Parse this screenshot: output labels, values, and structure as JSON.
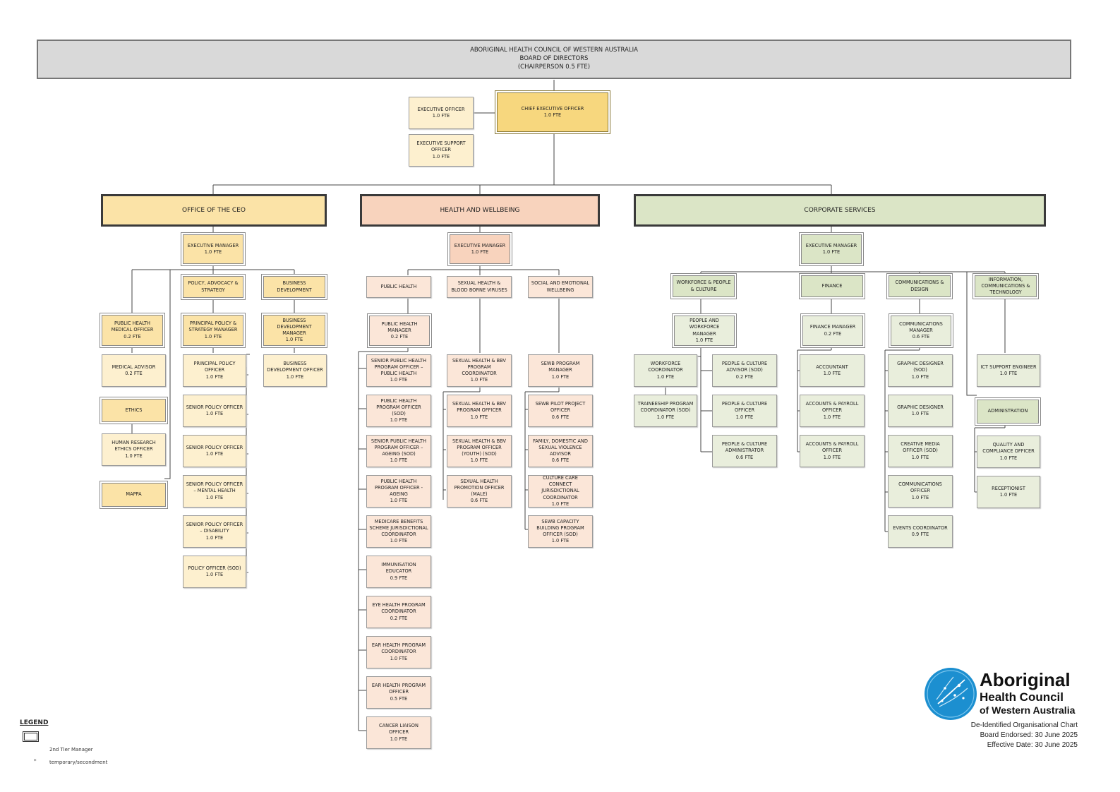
{
  "board": {
    "line1": "ABORIGINAL HEALTH COUNCIL OF WESTERN AUSTRALIA",
    "line2": "BOARD OF DIRECTORS",
    "line3": "(CHAIRPERSON 0.5 FTE)"
  },
  "ceo": {
    "title": "CHIEF EXECUTIVE OFFICER",
    "fte": "1.0 FTE"
  },
  "exec_officer": {
    "title": "EXECUTIVE OFFICER",
    "fte": "1.0 FTE"
  },
  "exec_support": {
    "title": "EXECUTIVE SUPPORT OFFICER",
    "fte": "1.0 FTE"
  },
  "divisions": {
    "office_ceo": "OFFICE OF THE CEO",
    "health": "HEALTH AND WELLBEING",
    "corporate": "CORPORATE SERVICES"
  },
  "office_ceo": {
    "exec_manager": {
      "title": "EXECUTIVE MANAGER",
      "fte": "1.0 FTE"
    },
    "policy": {
      "title": "POLICY, ADVOCACY & STRATEGY"
    },
    "bizdev": {
      "title": "BUSINESS DEVELOPMENT"
    },
    "ph_medical_officer": {
      "title": "PUBLIC HEALTH MEDICAL OFFICER",
      "fte": "0.2 FTE"
    },
    "medical_advisor": {
      "title": "MEDICAL ADVISOR",
      "fte": "0.2 FTE"
    },
    "ethics": {
      "title": "ETHICS"
    },
    "hr_ethics_officer": {
      "title": "HUMAN RESEARCH ETHICS OFFICER",
      "fte": "1.0 FTE"
    },
    "mappa": {
      "title": "MAPPA"
    },
    "principal_policy_mgr": {
      "title": "PRINCIPAL POLICY & STRATEGY MANAGER",
      "fte": "1.0 FTE"
    },
    "principal_policy_officer": {
      "title": "PRINCIPAL POLICY OFFICER",
      "fte": "1.0 FTE"
    },
    "senior_policy_1": {
      "title": "SENIOR POLICY OFFICER",
      "fte": "1.0 FTE"
    },
    "senior_policy_2": {
      "title": "SENIOR POLICY OFFICER",
      "fte": "1.0 FTE"
    },
    "senior_policy_mh": {
      "title": "SENIOR POLICY OFFICER – MENTAL HEALTH",
      "fte": "1.0 FTE"
    },
    "senior_policy_dis": {
      "title": "SENIOR POLICY OFFICER – DISABILITY",
      "fte": "1.0 FTE"
    },
    "policy_officer_sod": {
      "title": "POLICY OFFICER (SOD)",
      "fte": "1.0 FTE"
    },
    "bizdev_manager": {
      "title": "BUSINESS DEVELOPMENT MANAGER",
      "fte": "1.0 FTE"
    },
    "bizdev_officer": {
      "title": "BUSINESS DEVELOPMENT OFFICER",
      "fte": "1.0 FTE"
    }
  },
  "health": {
    "exec_manager": {
      "title": "EXECUTIVE MANAGER",
      "fte": "1.0 FTE"
    },
    "public_health": {
      "title": "PUBLIC HEALTH"
    },
    "sexual_health": {
      "title": "SEXUAL HEALTH & BLOOD BORNE VIRUSES"
    },
    "sewb": {
      "title": "SOCIAL AND EMOTIONAL WELLBEING"
    },
    "ph_manager": {
      "title": "PUBLIC HEALTH MANAGER",
      "fte": "0.2 FTE"
    },
    "ph_list": [
      {
        "title": "SENIOR PUBLIC HEALTH PROGRAM OFFICER – PUBLIC HEALTH",
        "fte": "1.0 FTE"
      },
      {
        "title": "PUBLIC HEALTH PROGRAM OFFICER (SOD)",
        "fte": "1.0 FTE"
      },
      {
        "title": "SENIOR PUBLIC HEALTH PROGRAM OFFICER – AGEING (SOD)",
        "fte": "1.0 FTE"
      },
      {
        "title": "PUBLIC HEALTH PROGRAM OFFICER - AGEING",
        "fte": "1.0 FTE"
      },
      {
        "title": "MEDICARE BENEFITS SCHEME JURISDICTIONAL COORDINATOR",
        "fte": "1.0 FTE"
      },
      {
        "title": "IMMUNISATION EDUCATOR",
        "fte": "0.9 FTE"
      },
      {
        "title": "EYE HEALTH PROGRAM COORDINATOR",
        "fte": "0.2 FTE"
      },
      {
        "title": "EAR HEALTH PROGRAM COORDINATOR",
        "fte": "1.0 FTE"
      },
      {
        "title": "EAR HEALTH PROGRAM OFFICER",
        "fte": "0.5 FTE"
      },
      {
        "title": "CANCER LIAISON OFFICER",
        "fte": "1.0 FTE"
      }
    ],
    "sh_coordinator": {
      "title": "SEXUAL HEALTH & BBV PROGRAM COORDINATOR",
      "fte": "1.0 FTE"
    },
    "sh_list": [
      {
        "title": "SEXUAL HEALTH & BBV PROGRAM OFFICER",
        "fte": "1.0 FTE"
      },
      {
        "title": "SEXUAL HEALTH & BBV PROGRAM OFFICER (YOUTH) (SOD)",
        "fte": "1.0 FTE"
      },
      {
        "title": "SEXUAL HEALTH PROMOTION OFFICER (MALE)",
        "fte": "0.6 FTE"
      }
    ],
    "sewb_manager": {
      "title": "SEWB PROGRAM MANAGER",
      "fte": "1.0 FTE"
    },
    "sewb_list": [
      {
        "title": "SEWB PILOT PROJECT OFFICER",
        "fte": "0.6 FTE"
      },
      {
        "title": "FAMILY, DOMESTIC AND SEXUAL VIOLENCE ADVISOR",
        "fte": "0.6 FTE"
      },
      {
        "title": "CULTURE CARE CONNECT JURISDICTIONAL COORDINATOR",
        "fte": "1.0 FTE"
      },
      {
        "title": "SEWB CAPACITY BUILDING PROGRAM OFFICER (SOD)",
        "fte": "1.0 FTE"
      }
    ]
  },
  "corporate": {
    "exec_manager": {
      "title": "EXECUTIVE MANAGER",
      "fte": "1.0 FTE"
    },
    "workforce": {
      "title": "WORKFORCE & PEOPLE & CULTURE"
    },
    "finance": {
      "title": "FINANCE"
    },
    "comms": {
      "title": "COMMUNICATIONS & DESIGN"
    },
    "ict": {
      "title": "INFORMATION, COMMUNICATIONS & TECHNOLOGY"
    },
    "pw_manager": {
      "title": "PEOPLE AND WORKFORCE MANAGER",
      "fte": "1.0 FTE"
    },
    "workforce_coord": {
      "title": "WORKFORCE COORDINATOR",
      "fte": "1.0 FTE"
    },
    "traineeship": {
      "title": "TRAINEESHIP PROGRAM COORDINATOR (SOD)",
      "fte": "1.0 FTE"
    },
    "pc_list": [
      {
        "title": "PEOPLE & CULTURE ADVISOR (SOD)",
        "fte": "0.2 FTE"
      },
      {
        "title": "PEOPLE & CULTURE OFFICER",
        "fte": "1.0 FTE"
      },
      {
        "title": "PEOPLE & CULTURE ADMINISTRATOR",
        "fte": "0.6 FTE"
      }
    ],
    "finance_manager": {
      "title": "FINANCE MANAGER",
      "fte": "0.2 FTE"
    },
    "fin_list": [
      {
        "title": "ACCOUNTANT",
        "fte": "1.0 FTE"
      },
      {
        "title": "ACCOUNTS & PAYROLL OFFICER",
        "fte": "1.0 FTE"
      },
      {
        "title": "ACCOUNTS & PAYROLL OFFICER",
        "fte": "1.0 FTE"
      }
    ],
    "comms_manager": {
      "title": "COMMUNICATIONS MANAGER",
      "fte": "0.6 FTE"
    },
    "comms_list": [
      {
        "title": "GRAPHIC DESIGNER (SOD)",
        "fte": "1.0 FTE"
      },
      {
        "title": "GRAPHIC DESIGNER",
        "fte": "1.0 FTE"
      },
      {
        "title": "CREATIVE MEDIA OFFICER (SOD)",
        "fte": "1.0 FTE"
      },
      {
        "title": "COMMUNICATIONS OFFICER",
        "fte": "1.0 FTE"
      },
      {
        "title": "EVENTS COORDINATOR",
        "fte": "0.9 FTE"
      }
    ],
    "ict_engineer": {
      "title": "ICT SUPPORT ENGINEER",
      "fte": "1.0 FTE"
    },
    "administration": {
      "title": "ADMINISTRATION"
    },
    "quality": {
      "title": "QUALITY AND COMPLIANCE OFFICER",
      "fte": "1.0 FTE"
    },
    "receptionist": {
      "title": "RECEPTIONIST",
      "fte": "1.0 FTE"
    }
  },
  "legend": {
    "title": "LEGEND",
    "tier_label": "2nd Tier Manager",
    "asterisk": "*",
    "temp_label": "temporary/secondment"
  },
  "logo": {
    "line1": "Aboriginal",
    "line2": "Health Council",
    "line3": "of Western Australia"
  },
  "footer": {
    "line1": "De-Identified Organisational Chart",
    "line2": "Board Endorsed: 30 June 2025",
    "line3": "Effective Date: 30 June 2025"
  }
}
